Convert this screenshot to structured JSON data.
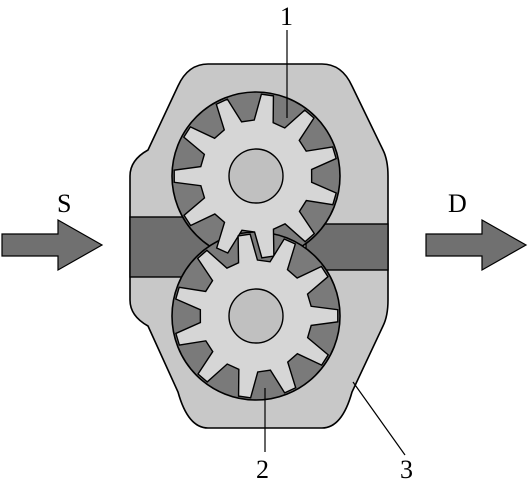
{
  "labels": {
    "suction": "S",
    "discharge": "D",
    "part_1": "1",
    "part_2": "2",
    "part_3": "3"
  },
  "colors": {
    "housing": "#c8c8c8",
    "gear": "#d6d6d6",
    "hub": "#c0c0c0",
    "chamber": "#7a7a7a",
    "channel": "#6e6e6e",
    "arrow": "#707070",
    "outline": "#000000",
    "background": "#ffffff"
  },
  "gears": {
    "teeth_per_gear": 11
  }
}
